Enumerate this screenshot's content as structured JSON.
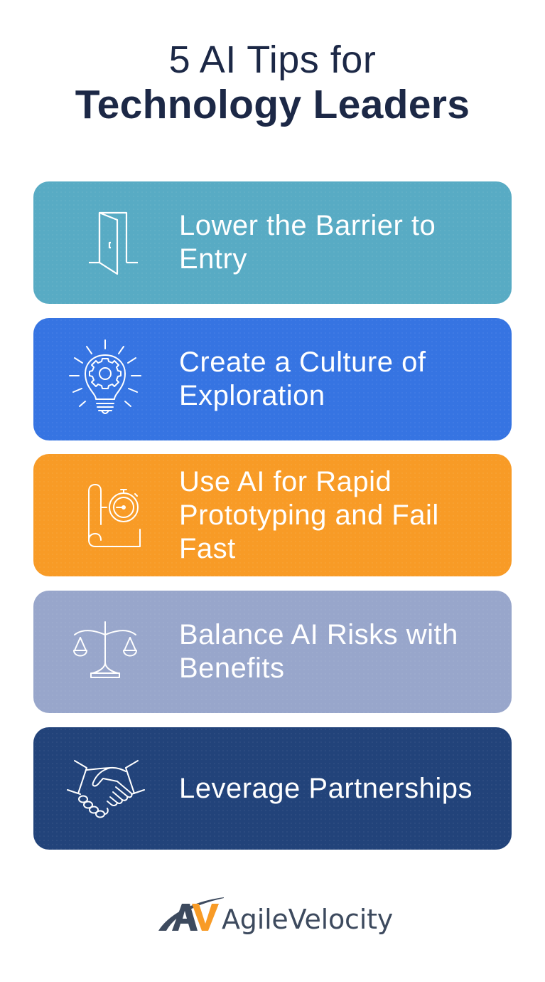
{
  "title": {
    "line1": "5 AI Tips for",
    "line2": "Technology Leaders",
    "color": "#1c2846"
  },
  "tips": [
    {
      "label": "Lower the Barrier to Entry",
      "icon": "open-door-icon",
      "color": "#58abc4"
    },
    {
      "label": "Create a Culture of Exploration",
      "icon": "lightbulb-gear-icon",
      "color": "#3674e2"
    },
    {
      "label": "Use AI for Rapid Prototyping and Fail Fast",
      "icon": "blueprint-stopwatch-icon",
      "color": "#f89b26"
    },
    {
      "label": "Balance AI Risks with Benefits",
      "icon": "balance-scale-icon",
      "color": "#98a6cb"
    },
    {
      "label": "Leverage Partnerships",
      "icon": "handshake-icon",
      "color": "#22437a"
    }
  ],
  "logo": {
    "text": "AgileVelocity",
    "mark": "AV",
    "colors": {
      "a": "#3d4a5e",
      "v": "#f89b26"
    }
  }
}
